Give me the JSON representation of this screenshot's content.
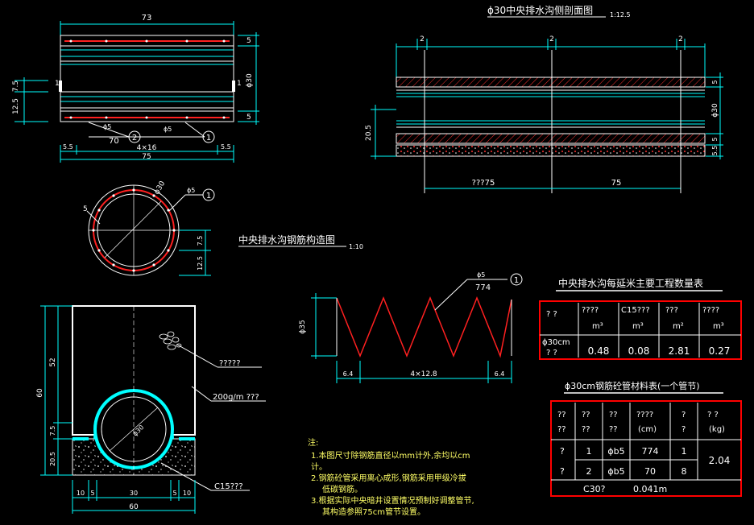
{
  "colors": {
    "background": "#000000",
    "outline": "#ffffff",
    "dimension": "#00ffff",
    "rebar": "#ff2020",
    "table_border": "#ff0000",
    "text": "#ffffff",
    "note_text": "#ffff66",
    "earth": "#ff3030"
  },
  "titles": {
    "side_section": "ϕ30中央排水沟侧剖面图",
    "side_section_scale": "1:12.5",
    "rebar_structure": "中央排水沟钢筋构造图",
    "rebar_structure_scale": "1:10",
    "quantity_table": "中央排水沟每延米主要工程数量表",
    "material_table": "ϕ30cm钢筋砼管材料表(一个管节)"
  },
  "top_left_view": {
    "dim_top": "73",
    "dim_bottom": "75",
    "dim_bottom_sub": "4×16",
    "dim_5_top": "5",
    "dim_5_bottom": "5",
    "dim_left_75": "7.5",
    "dim_left_125": "12.5",
    "dim_phi30": "ϕ30",
    "dim_1_left": "1",
    "dim_1_right": "1",
    "edge_left": "5.5",
    "edge_right": "5.5",
    "bar_length": "70",
    "bar_label_1": "ϕ5",
    "bar_label_2": "ϕ5",
    "callout_1": "1",
    "callout_2": "2"
  },
  "circle_view": {
    "dim_phi30": "ϕ30",
    "dim_5": "5",
    "bar_label": "ϕ5",
    "callout": "1",
    "dim_75": "7.5",
    "dim_125": "12.5"
  },
  "side_section": {
    "dim_2a": "2",
    "dim_2b": "2",
    "dim_2c": "2",
    "dim_left_20_5": "20.5",
    "dim_right_5a": "5",
    "dim_right_phi30": "ϕ30",
    "dim_right_5b": "5",
    "dim_right_5_5": "5.5",
    "bottom_left_label": "???75",
    "bottom_right_label": "75"
  },
  "trench_view": {
    "dim_60_left": "60",
    "dim_52": "52",
    "dim_7_5": "7.5",
    "dim_20_5": "20.5",
    "phi30": "ϕ30",
    "label_gravel": "?????",
    "label_geotextile": "200g/m ???",
    "label_c15": "C15???",
    "bottom_dims": [
      "10",
      "5",
      "30",
      "5",
      "10"
    ],
    "dim_60_bottom": "60"
  },
  "spiral_view": {
    "dim_phi35": "ϕ35",
    "bar_label": "ϕ5",
    "bar_length": "774",
    "callout": "1",
    "dim_left": "6.4",
    "dim_mid": "4×12.8",
    "dim_right": "6.4"
  },
  "notes": {
    "heading": "注:",
    "lines": [
      "1.本图尺寸除钢筋直径以mm计外,余均以cm",
      "计。",
      "2.钢筋砼管采用离心成形,钢筋采用甲级冷拔",
      "低碳钢筋。",
      "3.根据实际中央暗井设置情况预制好调整管节,",
      "其构造参照75cm管节设置。"
    ]
  },
  "quantity_table": {
    "headers": [
      "? ?",
      "????",
      "C15???",
      "???",
      "????"
    ],
    "units": [
      "",
      "m³",
      "m³",
      "m²",
      "m³"
    ],
    "row_label_1": "ϕ30cm",
    "row_label_2": "? ?",
    "values": [
      "0.48",
      "0.08",
      "2.81",
      "0.27"
    ]
  },
  "material_table": {
    "head_row1": [
      "??",
      "??",
      "??",
      "????",
      "?",
      "? ?"
    ],
    "head_row2": [
      "??",
      "??",
      "??",
      "(cm)",
      "?",
      "(kg)"
    ],
    "row1": [
      "?",
      "1",
      "ϕb5",
      "774",
      "1"
    ],
    "row2": [
      "?",
      "2",
      "ϕb5",
      "70",
      "8"
    ],
    "total": "2.04",
    "footer_a": "C30?",
    "footer_b": "0.041m"
  }
}
